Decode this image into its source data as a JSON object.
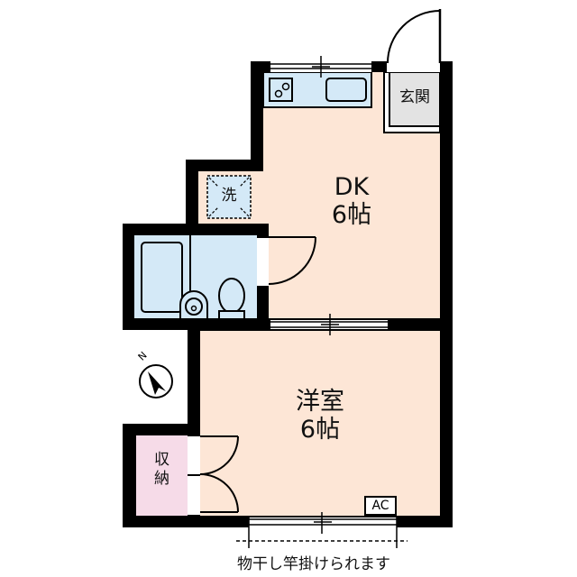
{
  "floorplan": {
    "colors": {
      "wall": "#000000",
      "room_floor": "#fde6d6",
      "wet_area": "#d4e9f7",
      "entrance": "#e3e3e3",
      "closet": "#f6dbe8",
      "background": "#ffffff"
    },
    "rooms": [
      {
        "id": "dk",
        "name": "DK",
        "size": "6帖"
      },
      {
        "id": "western",
        "name": "洋室",
        "size": "6帖"
      },
      {
        "id": "entrance",
        "name": "玄関"
      },
      {
        "id": "closet",
        "name": "収納"
      },
      {
        "id": "washer",
        "name": "洗"
      }
    ],
    "fixtures": {
      "ac": "AC",
      "stove": "stove-icon",
      "sink": "sink-icon",
      "bathtub": "bathtub-icon",
      "washbasin": "washbasin-icon",
      "toilet": "toilet-icon"
    },
    "compass": {
      "label": "N",
      "icon": "north-arrow-icon"
    },
    "note": "物干し竿掛けられます"
  }
}
